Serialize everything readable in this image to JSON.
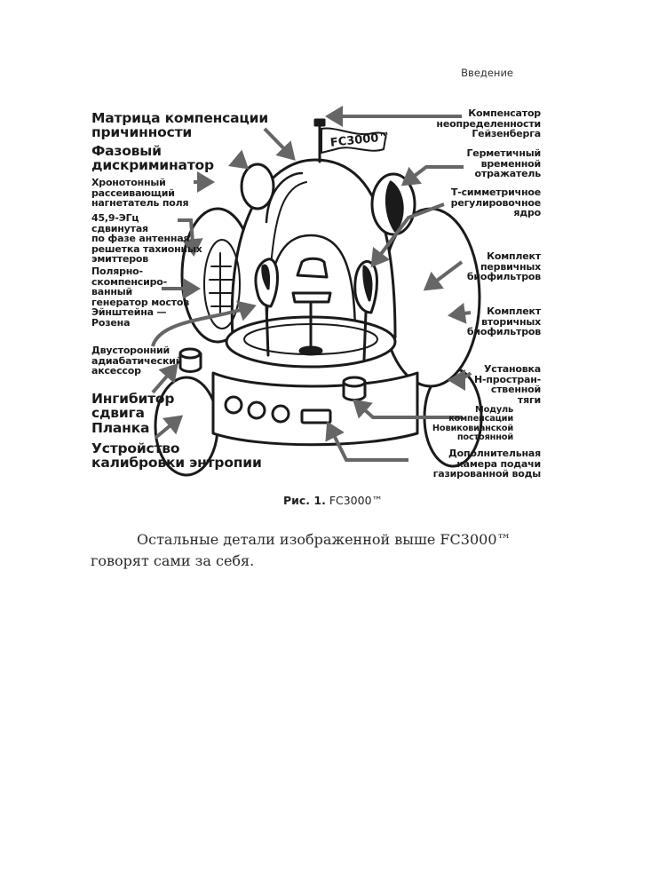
{
  "header": {
    "section": "Введение"
  },
  "figure": {
    "flag_text": "FC3000™",
    "labels_left": [
      "Матрица компенсации\nпричинности",
      "Фазовый\nдискриминатор",
      "Хронотонный\nрассеивающий\nнагнетатель поля",
      "45,9-ЭГц\nсдвинутая\nпо фазе антенная\nрешетка тахионных\nэмиттеров",
      "Полярно-\nскомпенсиро-\nванный\nгенератор мостов\nЭйнштейна —\nРозена",
      "Двусторонний\nадиабатический\nаксессор",
      "Ингибитор\nсдвига\nПланка",
      "Устройство\nкалибровки энтропии"
    ],
    "labels_right": [
      "Компенсатор\nнеопределенности\nГейзенберга",
      "Герметичный\nвременной\nотражатель",
      "Т-симметричное\nрегулировочное\nядро",
      "Комплект\nпервичных\nбиофильтров",
      "Комплект\nвторичных\nбиофильтров",
      "Установка\nН-простран-\nственной\nтяги",
      "Модуль\nкомпенсации\nНовиковианской\nпостоянной",
      "Дополнительная\nкамера подачи\nгазированной воды"
    ]
  },
  "caption": {
    "prefix": "Рис. 1.",
    "title": "FC3000™"
  },
  "body": {
    "paragraph": "Остальные детали изображенной выше FC3000™ говорят сами за себя."
  }
}
